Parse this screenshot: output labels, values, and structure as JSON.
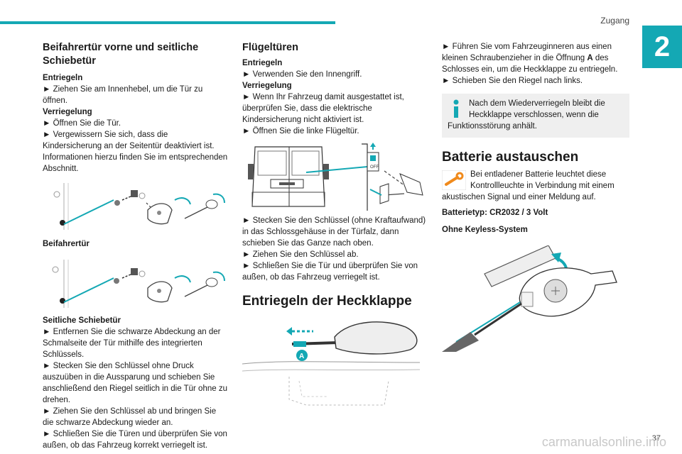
{
  "header": {
    "title": "Zugang",
    "chapter": "2",
    "page": "37"
  },
  "footer": {
    "url": "carmanualsonline.info"
  },
  "col1": {
    "heading": "Beifahrertür vorne und seitliche Schiebetür",
    "entriegeln_label": "Entriegeln",
    "entriegeln_1": "► Ziehen Sie am Innenhebel, um die Tür zu öffnen.",
    "verriegelung_label": "Verriegelung",
    "verriegelung_1": "► Öffnen Sie die Tür.",
    "verriegelung_2": "► Vergewissern Sie sich, dass die Kindersicherung an der Seitentür deaktiviert ist. Informationen hierzu finden Sie im entsprechenden Abschnitt.",
    "caption_beifahrer": "Beifahrertür",
    "caption_schiebe": "Seitliche Schiebetür",
    "schiebe_1": "► Entfernen Sie die schwarze Abdeckung an der Schmalseite der Tür mithilfe des integrierten Schlüssels.",
    "schiebe_2": "► Stecken Sie den Schlüssel ohne Druck auszuüben in die Aussparung und schieben Sie anschließend den Riegel seitlich in die Tür ohne zu drehen.",
    "schiebe_3": "► Ziehen Sie den Schlüssel ab und bringen Sie die schwarze Abdeckung wieder an.",
    "schiebe_4": "► Schließen Sie die Türen und überprüfen Sie von außen, ob das Fahrzeug korrekt verriegelt ist."
  },
  "col2": {
    "heading": "Flügeltüren",
    "entriegeln_label": "Entriegeln",
    "entriegeln_1": "► Verwenden Sie den Innengriff.",
    "verriegelung_label": "Verriegelung",
    "verriegelung_1": "► Wenn Ihr Fahrzeug damit ausgestattet ist, überprüfen Sie, dass die elektrische Kindersicherung nicht aktiviert ist.",
    "verriegelung_2": "► Öffnen Sie die linke Flügeltür.",
    "off_label": "OFF",
    "steps_1": "► Stecken Sie den Schlüssel (ohne Kraftaufwand) in das Schlossgehäuse in der Türfalz, dann schieben Sie das Ganze nach oben.",
    "steps_2": "► Ziehen Sie den Schlüssel ab.",
    "steps_3": "► Schließen Sie die Tür und überprüfen Sie von außen, ob das Fahrzeug verriegelt ist.",
    "heckklappe_heading": "Entriegeln der Heckklappe",
    "marker_a": "A"
  },
  "col3": {
    "text_1_pre": "► Führen Sie vom Fahrzeuginneren aus einen kleinen Schraubenzieher in die Öffnung ",
    "text_1_bold": "A",
    "text_1_post": " des Schlosses ein, um die Heckklappe zu entriegeln.",
    "text_2": "► Schieben Sie den Riegel nach links.",
    "note": "Nach dem Wiederverriegeln bleibt die Heckklappe verschlossen, wenn die Funktionsstörung anhält.",
    "batterie_heading": "Batterie austauschen",
    "batterie_text": "Bei entladener Batterie leuchtet diese Kontrollleuchte in Verbindung mit einem akustischen Signal und einer Meldung auf.",
    "batterietyp": "Batterietyp: CR2032 / 3 Volt",
    "ohne_keyless": "Ohne Keyless-System"
  },
  "colors": {
    "accent": "#14a8b4",
    "orange": "#f08a1c",
    "note_bg": "#efefef"
  }
}
